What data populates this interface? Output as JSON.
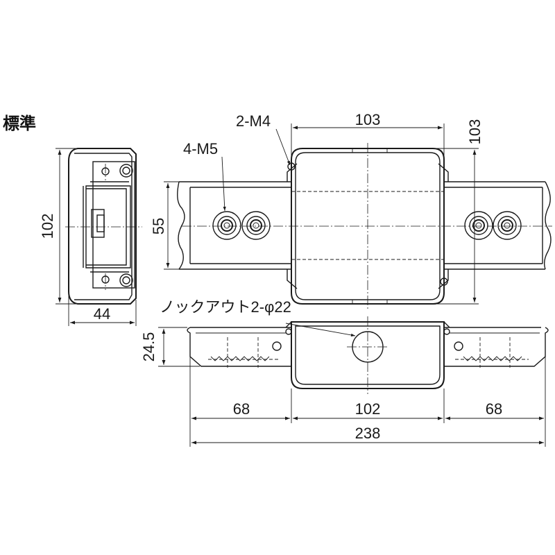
{
  "title": "標準",
  "dimensions": {
    "side_height": "102",
    "side_depth": "44",
    "rail_height": "55",
    "box_width_top": "103",
    "box_height_right": "103",
    "section_height": "24.5",
    "left_rail_length": "68",
    "center_length": "102",
    "right_rail_length": "68",
    "overall_length": "238"
  },
  "callouts": {
    "screw_small": "2-M4",
    "screw_large": "4-M5",
    "knockout": "ノックアウト2-φ22"
  }
}
